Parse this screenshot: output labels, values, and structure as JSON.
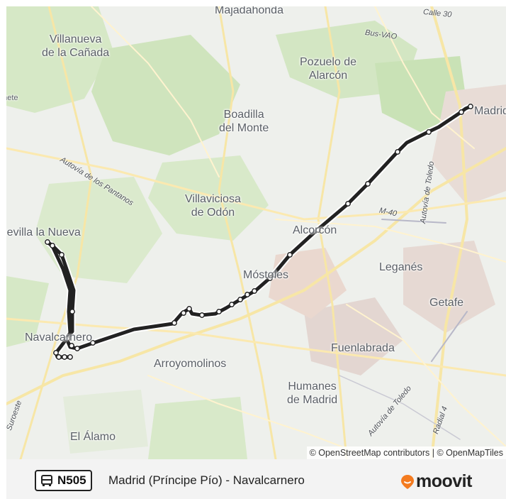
{
  "map": {
    "places": [
      {
        "name": "Majadahonda"
      },
      {
        "name": "Villanueva\nde la Cañada"
      },
      {
        "name": "Pozuelo de\nAlarcón"
      },
      {
        "name": "Boadilla\ndel Monte"
      },
      {
        "name": "Villaviciosa\nde Odón"
      },
      {
        "name": "Sevilla la Nueva"
      },
      {
        "name": "Alcorcón"
      },
      {
        "name": "Móstoles"
      },
      {
        "name": "Leganés"
      },
      {
        "name": "Getafe"
      },
      {
        "name": "Navalcarnero"
      },
      {
        "name": "Arroyomolinos"
      },
      {
        "name": "Fuenlabrada"
      },
      {
        "name": "Humanes\nde Madrid"
      },
      {
        "name": "El Álamo"
      },
      {
        "name": "Madrid"
      },
      {
        "name": "Brunete"
      }
    ],
    "roads": [
      "Calle 30",
      "Bus-VAO",
      "Autovía de los Pantanos",
      "M-40",
      "Autovía de Toledo",
      "Radial 4",
      "Autovía de Toledo",
      "Suroeste"
    ],
    "attribution": "© OpenStreetMap contributors | © OpenMapTiles",
    "route_color": "#222222"
  },
  "footer": {
    "route_number": "N505",
    "route_name": "Madrid (Príncipe Pío) - Navalcarnero",
    "brand": "moovit",
    "brand_color": "#f47b20"
  }
}
